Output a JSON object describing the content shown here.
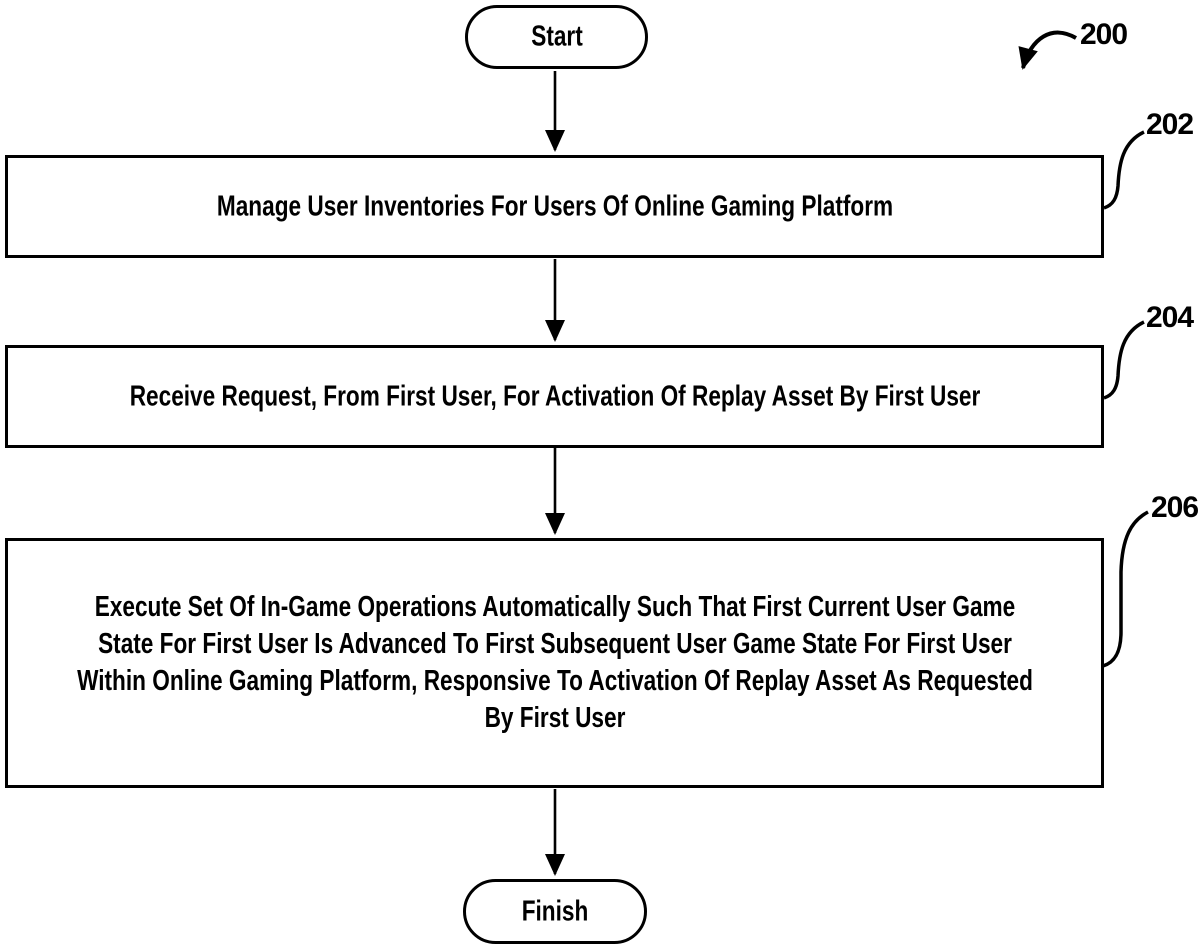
{
  "figure": {
    "reference": "200",
    "terminals": {
      "start": "Start",
      "finish": "Finish"
    },
    "steps": [
      {
        "ref": "202",
        "text": "Manage User Inventories For Users Of Online Gaming Platform"
      },
      {
        "ref": "204",
        "text": "Receive Request, From First User, For Activation Of Replay Asset By First User"
      },
      {
        "ref": "206",
        "text": "Execute Set Of In-Game Operations Automatically Such That First Current User Game\nState For First User Is Advanced To First Subsequent User Game State For First User\nWithin Online Gaming Platform, Responsive To Activation Of Replay Asset As Requested\nBy First User"
      }
    ],
    "colors": {
      "line": "#000000",
      "text": "#000000",
      "background": "#ffffff"
    }
  }
}
